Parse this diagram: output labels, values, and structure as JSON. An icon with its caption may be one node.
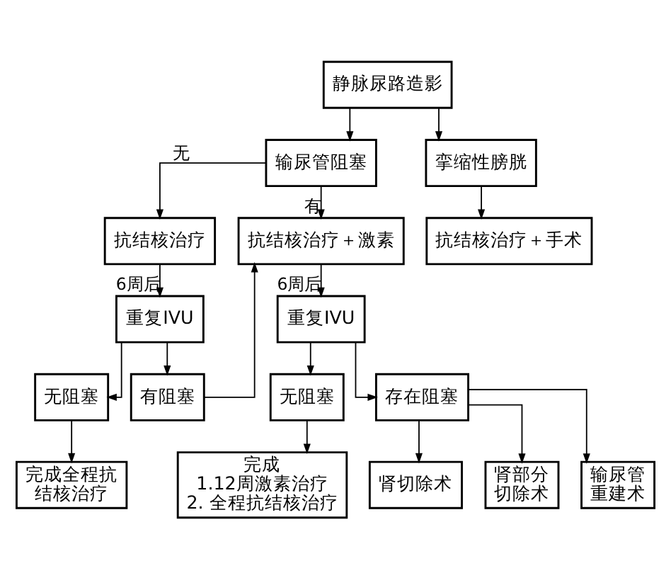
{
  "diagram": {
    "nodes": [
      {
        "text": [
          "静脉尿路造影"
        ]
      },
      {
        "text": [
          "输尿管阻塞"
        ]
      },
      {
        "text": [
          "挛缩性膀胱"
        ]
      },
      {
        "text": [
          "抗结核治疗"
        ]
      },
      {
        "text": [
          "抗结核治疗＋激素"
        ]
      },
      {
        "text": [
          "抗结核治疗＋手术"
        ]
      },
      {
        "text": [
          "重复IVU"
        ]
      },
      {
        "text": [
          "重复IVU"
        ]
      },
      {
        "text": [
          "无阻塞"
        ]
      },
      {
        "text": [
          "有阻塞"
        ]
      },
      {
        "text": [
          "无阻塞"
        ]
      },
      {
        "text": [
          "存在阻塞"
        ]
      },
      {
        "text": [
          "完成全程抗结核治疗"
        ]
      },
      {
        "text": [
          "完成",
          "1.12周激素治疗",
          "2. 全程抗结核治疗"
        ]
      },
      {
        "text": [
          "肾切除术"
        ]
      },
      {
        "text": [
          "肾部分切除术"
        ]
      },
      {
        "text": [
          "输尿管重建术"
        ]
      }
    ],
    "edges": [
      {
        "from": 0,
        "to": 1,
        "arrow": "to"
      },
      {
        "from": 0,
        "to": 2,
        "arrow": "to"
      },
      {
        "from": 1,
        "to": 3,
        "arrow": "to",
        "label": "无"
      },
      {
        "from": 1,
        "to": 4,
        "arrow": "to",
        "label": "有"
      },
      {
        "from": 2,
        "to": 5,
        "arrow": "to"
      },
      {
        "from": 3,
        "to": 6,
        "arrow": "to",
        "label": "6周后"
      },
      {
        "from": 4,
        "to": 7,
        "arrow": "to",
        "label": "6周后"
      },
      {
        "from": 6,
        "to": 8,
        "arrow": "to"
      },
      {
        "from": 6,
        "to": 9,
        "arrow": "to"
      },
      {
        "from": 9,
        "to": 4,
        "arrow": "to"
      },
      {
        "from": 7,
        "to": 10,
        "arrow": "to"
      },
      {
        "from": 7,
        "to": 11,
        "arrow": "to"
      },
      {
        "from": 8,
        "to": 12,
        "arrow": "to"
      },
      {
        "from": 10,
        "to": 13,
        "arrow": "to"
      },
      {
        "from": 11,
        "to": 14,
        "arrow": "to"
      },
      {
        "from": 11,
        "to": 15,
        "arrow": "to"
      },
      {
        "from": 11,
        "to": 16,
        "arrow": "to"
      }
    ]
  }
}
